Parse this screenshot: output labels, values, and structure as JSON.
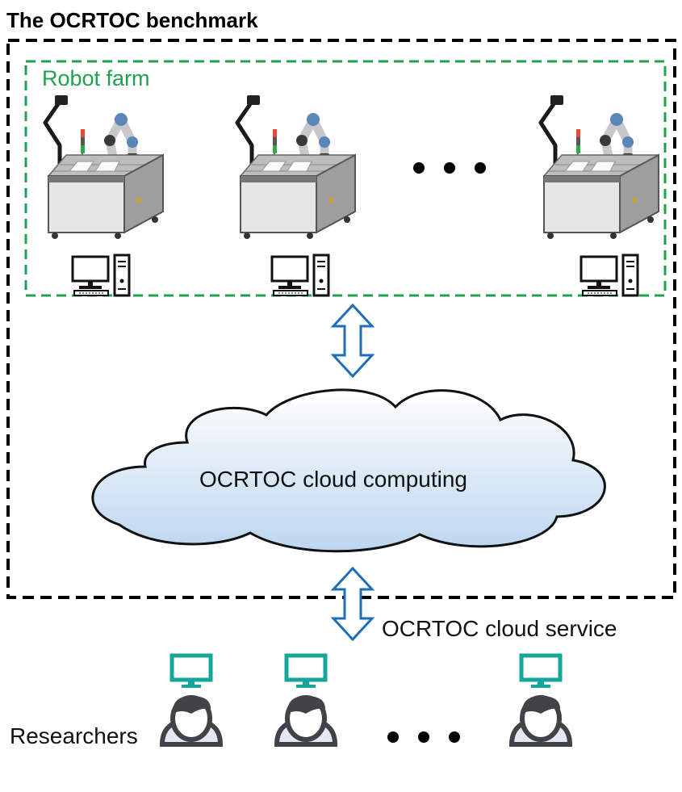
{
  "title": "The OCRTOC benchmark",
  "robot_farm": {
    "label": "Robot farm",
    "stations": [
      {
        "icons": [
          "robot-workstation-icon",
          "desktop-computer-icon"
        ]
      },
      {
        "icons": [
          "robot-workstation-icon",
          "desktop-computer-icon"
        ]
      },
      {
        "icons": [
          "robot-workstation-icon",
          "desktop-computer-icon"
        ]
      }
    ]
  },
  "cloud": {
    "label": "OCRTOC cloud computing"
  },
  "service": {
    "label": "OCRTOC cloud service"
  },
  "researchers": {
    "label": "Researchers",
    "count_shown": 3,
    "icons": [
      "monitor-icon",
      "person-icon"
    ]
  },
  "colors": {
    "benchmark_border": "#000000",
    "farm_border": "#20a050",
    "farm_label": "#20a050",
    "arrow_stroke": "#1f6fb8",
    "cloud_fill_top": "#ffffff",
    "cloud_fill_bottom": "#bcd6ef",
    "monitor_teal": "#16a79a",
    "person_dark": "#404347",
    "person_light": "#e3e9f4"
  }
}
